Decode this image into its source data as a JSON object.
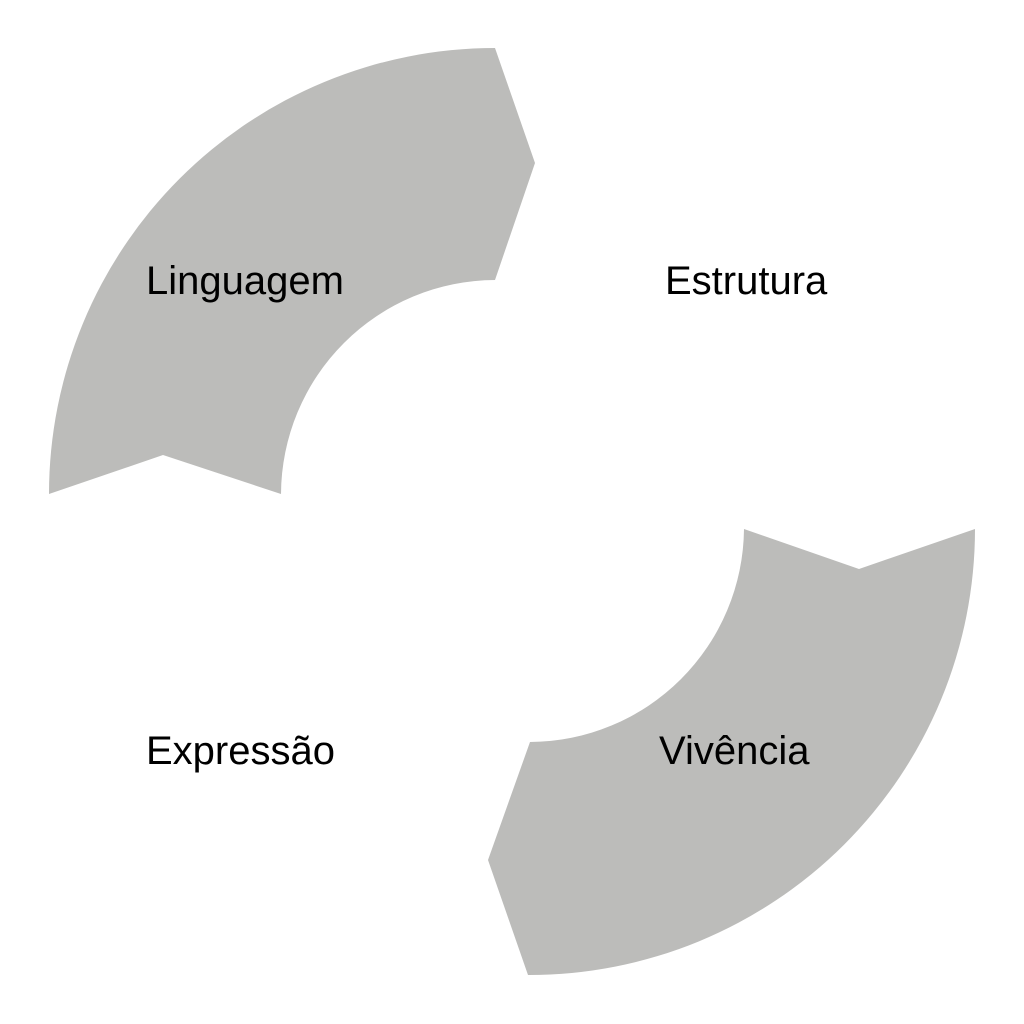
{
  "colors": {
    "background": "#ffffff",
    "filled_segment": "#bcbcba",
    "label_text": "#000000"
  },
  "segments": [
    {
      "label": "Linguagem",
      "filled": true
    },
    {
      "label": "Estrutura",
      "filled": false
    },
    {
      "label": "Vivência",
      "filled": true
    },
    {
      "label": "Expressão",
      "filled": false
    }
  ]
}
